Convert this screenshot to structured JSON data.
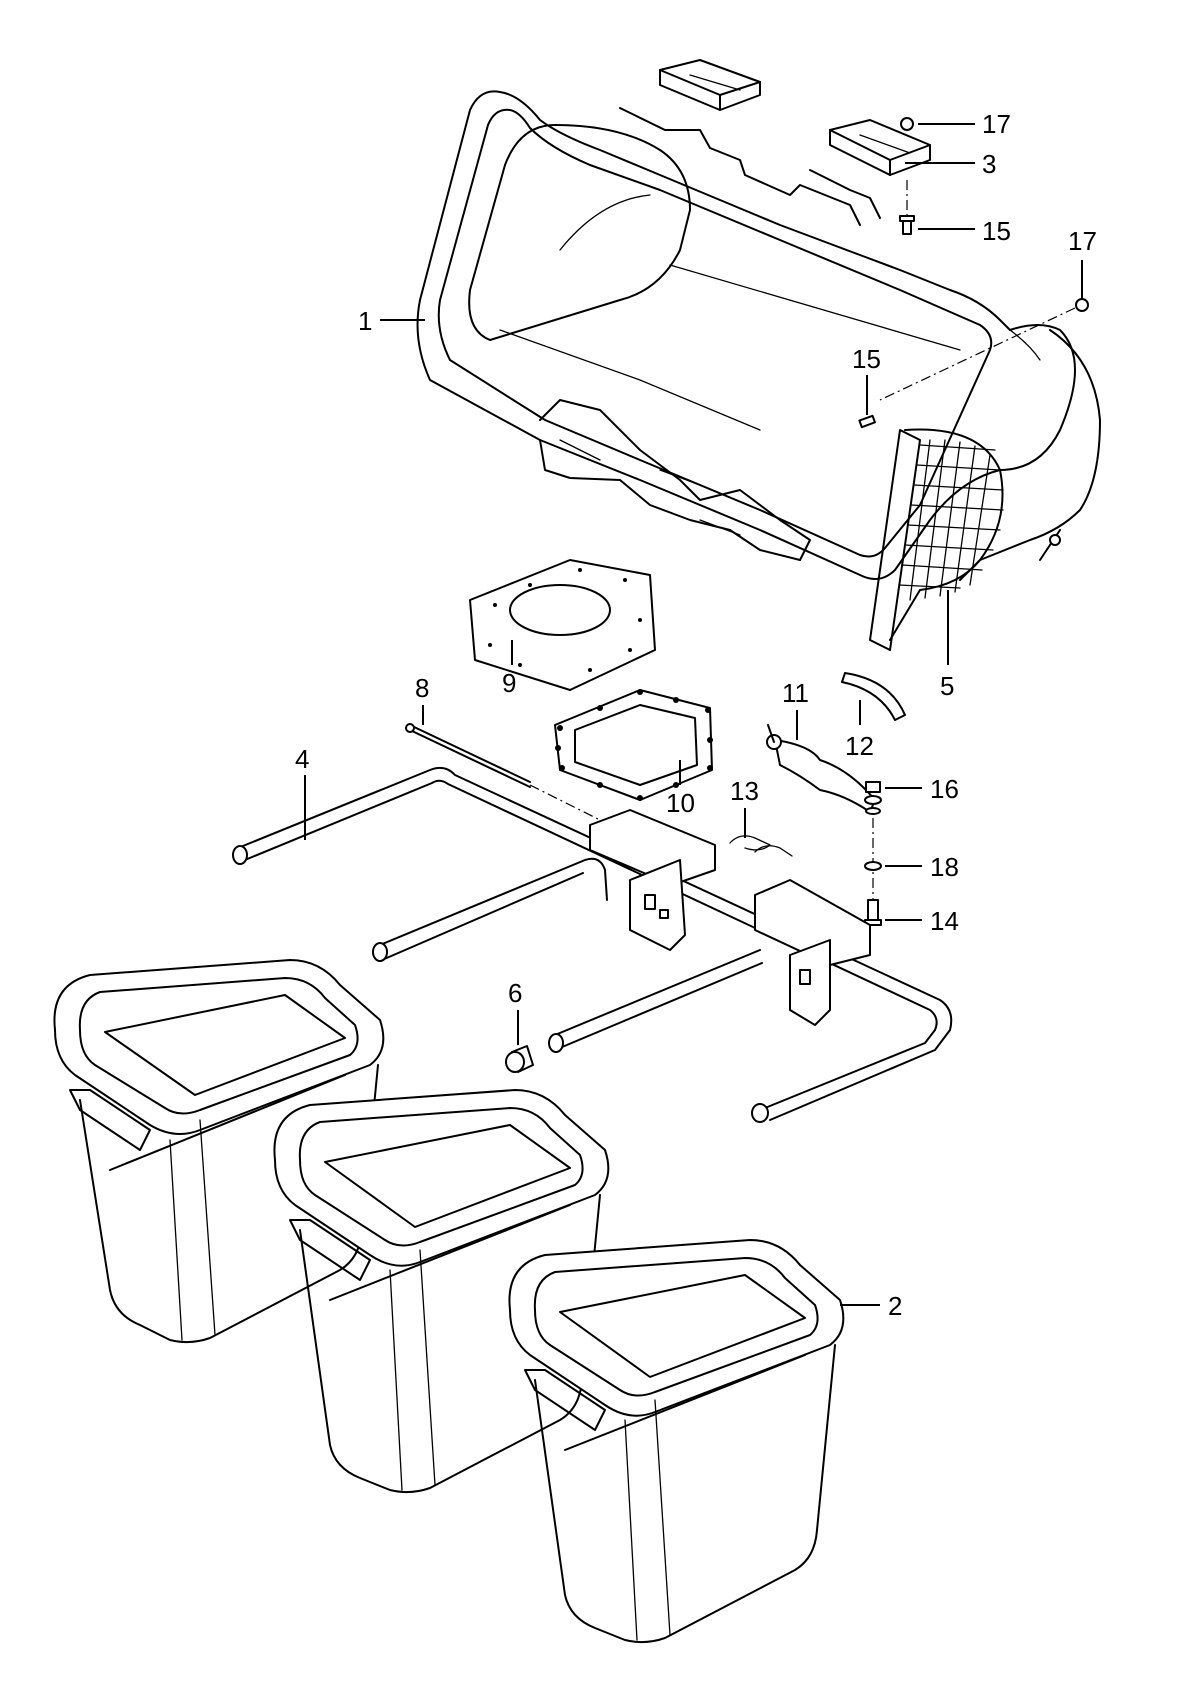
{
  "diagram": {
    "callouts": [
      {
        "id": "c1",
        "label": "1"
      },
      {
        "id": "c2",
        "label": "2"
      },
      {
        "id": "c3",
        "label": "3"
      },
      {
        "id": "c4",
        "label": "4"
      },
      {
        "id": "c5",
        "label": "5"
      },
      {
        "id": "c6",
        "label": "6"
      },
      {
        "id": "c8",
        "label": "8"
      },
      {
        "id": "c9",
        "label": "9"
      },
      {
        "id": "c10",
        "label": "10"
      },
      {
        "id": "c11",
        "label": "11"
      },
      {
        "id": "c12",
        "label": "12"
      },
      {
        "id": "c13",
        "label": "13"
      },
      {
        "id": "c14",
        "label": "14"
      },
      {
        "id": "c15a",
        "label": "15"
      },
      {
        "id": "c15b",
        "label": "15"
      },
      {
        "id": "c16",
        "label": "16"
      },
      {
        "id": "c17a",
        "label": "17"
      },
      {
        "id": "c17b",
        "label": "17"
      },
      {
        "id": "c18",
        "label": "18"
      }
    ],
    "line_color": "#000000",
    "background": "#ffffff"
  }
}
